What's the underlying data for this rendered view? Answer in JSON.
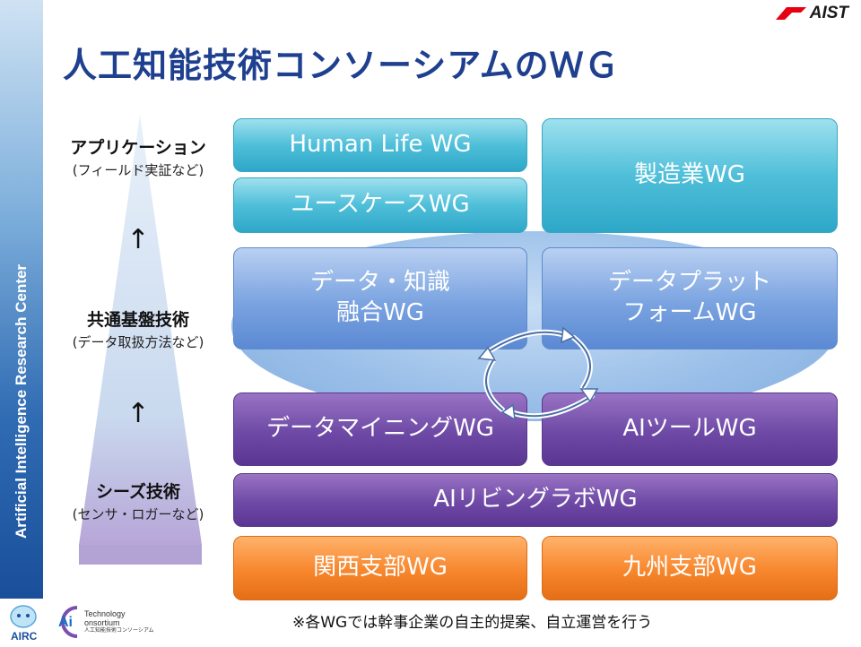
{
  "sidebar": {
    "label": "Artificial Intelligence Research Center"
  },
  "header": {
    "brand": "AIST",
    "title": "人工知能技術コンソーシアムのＷＧ"
  },
  "levels": [
    {
      "title": "アプリケーション",
      "sub": "(フィールド実証など)"
    },
    {
      "title": "共通基盤技術",
      "sub": "(データ取扱方法など)"
    },
    {
      "title": "シーズ技術",
      "sub": "(センサ・ロガーなど)"
    }
  ],
  "arrow_glyph": "↑",
  "wg": {
    "human_life": "Human Life WG",
    "use_case": "ユースケースWG",
    "manufacturing": "製造業WG",
    "data_knowledge_1": "データ・知識",
    "data_knowledge_2": "融合WG",
    "data_platform_1": "データプラット",
    "data_platform_2": "フォームWG",
    "data_mining": "データマイニングWG",
    "ai_tool": "AIツールWG",
    "ai_living_lab": "AIリビングラボWG",
    "kansai": "関西支部WG",
    "kyushu": "九州支部WG"
  },
  "note": "※各WGでは幹事企業の自主的提案、自立運営を行う",
  "logos": {
    "airc": "AIRC",
    "consortium_line1": "Technology",
    "consortium_line2": "onsortium",
    "consortium_jp": "人工知能技術コンソーシアム"
  },
  "colors": {
    "title": "#1f3f8f",
    "cyan": "#4fbfd9",
    "blue": "#7aa3e0",
    "purple": "#6e4aa6",
    "orange": "#f7862c",
    "aist_red": "#e60012"
  }
}
